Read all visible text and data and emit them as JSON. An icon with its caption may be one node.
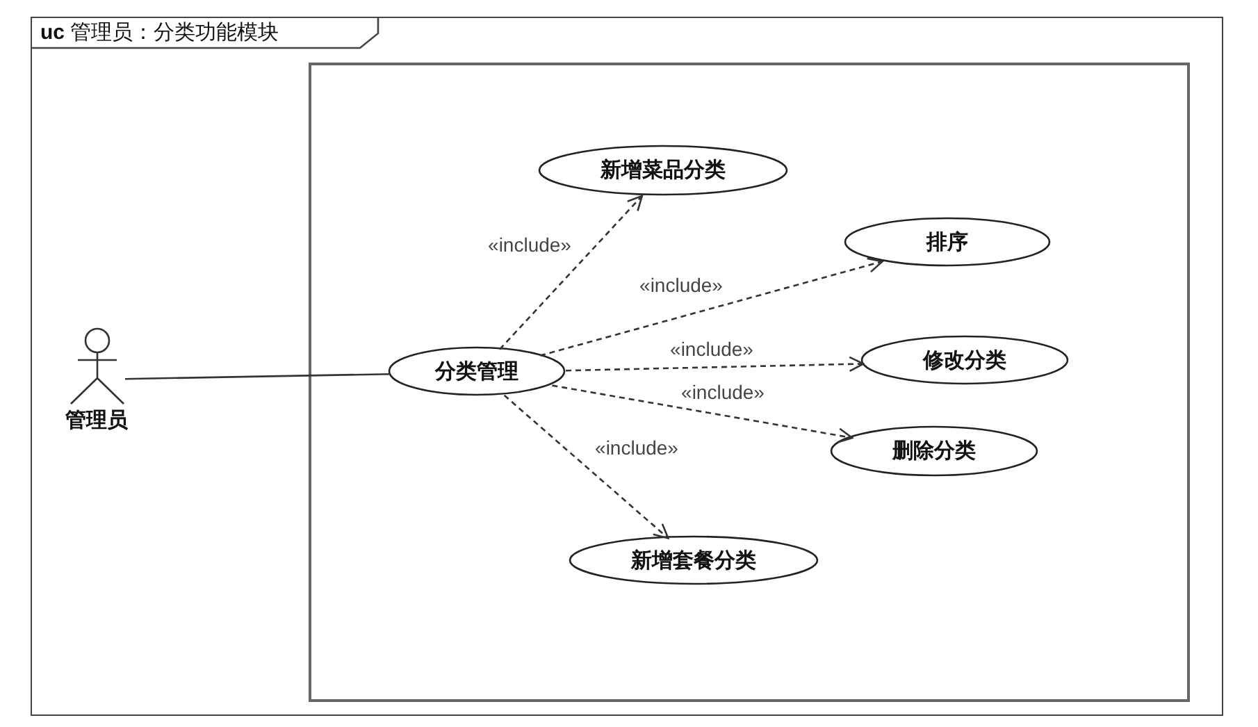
{
  "diagram": {
    "nodes": [
      {
        "text": [
          "**uc** 管理员：分类功能模块"
        ]
      },
      {
        "text": [],
        "shape": "person",
        "beside": [
          "管理员"
        ],
        "in": 0
      },
      {
        "text": [],
        "shape": "box",
        "in": 0
      },
      {
        "text": [
          "新增菜品分类"
        ],
        "in": 2
      },
      {
        "text": [
          "排序"
        ],
        "in": 2
      },
      {
        "text": [
          "分类管理"
        ],
        "in": 2
      },
      {
        "text": [
          "修改分类"
        ],
        "in": 2
      },
      {
        "text": [
          "删除分类"
        ],
        "in": 2
      },
      {
        "text": [
          "新增套餐分类"
        ],
        "in": 2
      }
    ],
    "edges": [
      {
        "from": 1,
        "to": 5,
        "arrow": "none"
      },
      {
        "from": 5,
        "to": 3,
        "arrow": "to",
        "label": "«include»",
        "style": "dashed"
      },
      {
        "from": 5,
        "to": 4,
        "arrow": "to",
        "label": "«include»",
        "style": "dashed"
      },
      {
        "from": 5,
        "to": 6,
        "arrow": "to",
        "label": "«include»",
        "style": "dashed"
      },
      {
        "from": 5,
        "to": 7,
        "arrow": "to",
        "label": "«include»",
        "style": "dashed"
      },
      {
        "from": 5,
        "to": 8,
        "arrow": "to",
        "label": "«include»",
        "style": "dashed"
      }
    ]
  }
}
